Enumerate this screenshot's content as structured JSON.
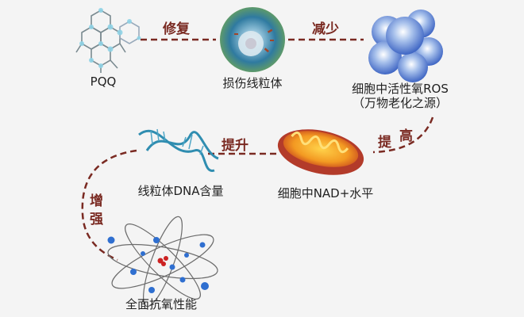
{
  "nodes": {
    "pqq": {
      "label": "PQQ",
      "icon": "pqq-molecule-icon"
    },
    "damaged_mito": {
      "label": "损伤线粒体",
      "icon": "cell-icon"
    },
    "ros": {
      "label": "细胞中活性氧ROS",
      "sublabel": "（万物老化之源）",
      "icon": "cell-cluster-icon"
    },
    "nad": {
      "label": "细胞中NAD+水平",
      "icon": "mitochondrion-icon"
    },
    "mtdna": {
      "label": "线粒体DNA含量",
      "icon": "dna-helix-icon"
    },
    "antioxidant": {
      "label": "全面抗氧性能",
      "icon": "atom-icon"
    }
  },
  "edges": {
    "repair": "修复",
    "reduce": "减少",
    "raise_1": "提",
    "raise_2": "高",
    "boost": "提升",
    "enhance_1": "增",
    "enhance_2": "强"
  },
  "colors": {
    "background": "#f4f4f4",
    "dash": "#7a2a22",
    "text": "#222222"
  }
}
